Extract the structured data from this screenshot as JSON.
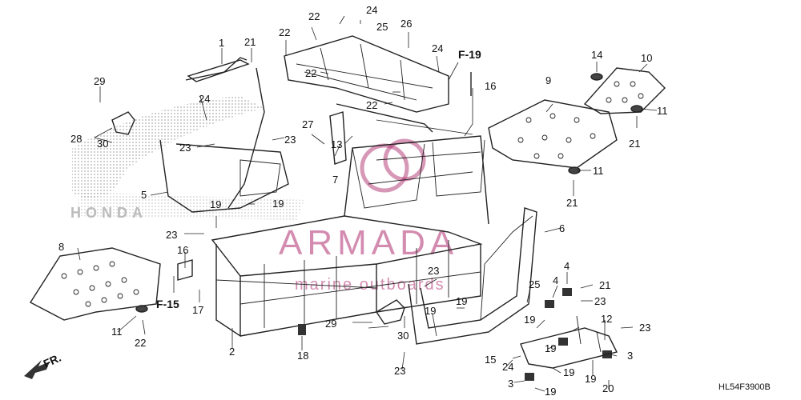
{
  "diagram": {
    "drawing_code": "HL54F3900B",
    "front_arrow_label": "FR.",
    "ref_f19": "F-19",
    "ref_f15": "F-15",
    "watermark": {
      "brand": "ARMADA",
      "tagline": "marine outboards",
      "logo_text": "HONDA"
    },
    "callouts": [
      {
        "key": "c1",
        "text": "1"
      },
      {
        "key": "c2",
        "text": "2"
      },
      {
        "key": "c3a",
        "text": "3"
      },
      {
        "key": "c3b",
        "text": "3"
      },
      {
        "key": "c4a",
        "text": "4"
      },
      {
        "key": "c4b",
        "text": "4"
      },
      {
        "key": "c5",
        "text": "5"
      },
      {
        "key": "c6",
        "text": "6"
      },
      {
        "key": "c7",
        "text": "7"
      },
      {
        "key": "c8",
        "text": "8"
      },
      {
        "key": "c9",
        "text": "9"
      },
      {
        "key": "c10",
        "text": "10"
      },
      {
        "key": "c11a",
        "text": "11"
      },
      {
        "key": "c11b",
        "text": "11"
      },
      {
        "key": "c11c",
        "text": "11"
      },
      {
        "key": "c12",
        "text": "12"
      },
      {
        "key": "c13",
        "text": "13"
      },
      {
        "key": "c14",
        "text": "14"
      },
      {
        "key": "c15",
        "text": "15"
      },
      {
        "key": "c16a",
        "text": "16"
      },
      {
        "key": "c16b",
        "text": "16"
      },
      {
        "key": "c17",
        "text": "17"
      },
      {
        "key": "c18",
        "text": "18"
      },
      {
        "key": "c19a",
        "text": "19"
      },
      {
        "key": "c19b",
        "text": "19"
      },
      {
        "key": "c19c",
        "text": "19"
      },
      {
        "key": "c19d",
        "text": "19"
      },
      {
        "key": "c19e",
        "text": "19"
      },
      {
        "key": "c19f",
        "text": "19"
      },
      {
        "key": "c19g",
        "text": "19"
      },
      {
        "key": "c19h",
        "text": "19"
      },
      {
        "key": "c19i",
        "text": "19"
      },
      {
        "key": "c20",
        "text": "20"
      },
      {
        "key": "c21a",
        "text": "21"
      },
      {
        "key": "c21b",
        "text": "21"
      },
      {
        "key": "c21c",
        "text": "21"
      },
      {
        "key": "c21d",
        "text": "21"
      },
      {
        "key": "c22a",
        "text": "22"
      },
      {
        "key": "c22b",
        "text": "22"
      },
      {
        "key": "c22c",
        "text": "22"
      },
      {
        "key": "c22d",
        "text": "22"
      },
      {
        "key": "c22e",
        "text": "22"
      },
      {
        "key": "c23a",
        "text": "23"
      },
      {
        "key": "c23b",
        "text": "23"
      },
      {
        "key": "c23c",
        "text": "23"
      },
      {
        "key": "c23d",
        "text": "23"
      },
      {
        "key": "c23e",
        "text": "23"
      },
      {
        "key": "c23f",
        "text": "23"
      },
      {
        "key": "c23g",
        "text": "23"
      },
      {
        "key": "c24a",
        "text": "24"
      },
      {
        "key": "c24b",
        "text": "24"
      },
      {
        "key": "c24c",
        "text": "24"
      },
      {
        "key": "c24d",
        "text": "24"
      },
      {
        "key": "c25a",
        "text": "25"
      },
      {
        "key": "c25b",
        "text": "25"
      },
      {
        "key": "c26",
        "text": "26"
      },
      {
        "key": "c27",
        "text": "27"
      },
      {
        "key": "c28",
        "text": "28"
      },
      {
        "key": "c29a",
        "text": "29"
      },
      {
        "key": "c29b",
        "text": "29"
      },
      {
        "key": "c30a",
        "text": "30"
      },
      {
        "key": "c30b",
        "text": "30"
      }
    ]
  }
}
